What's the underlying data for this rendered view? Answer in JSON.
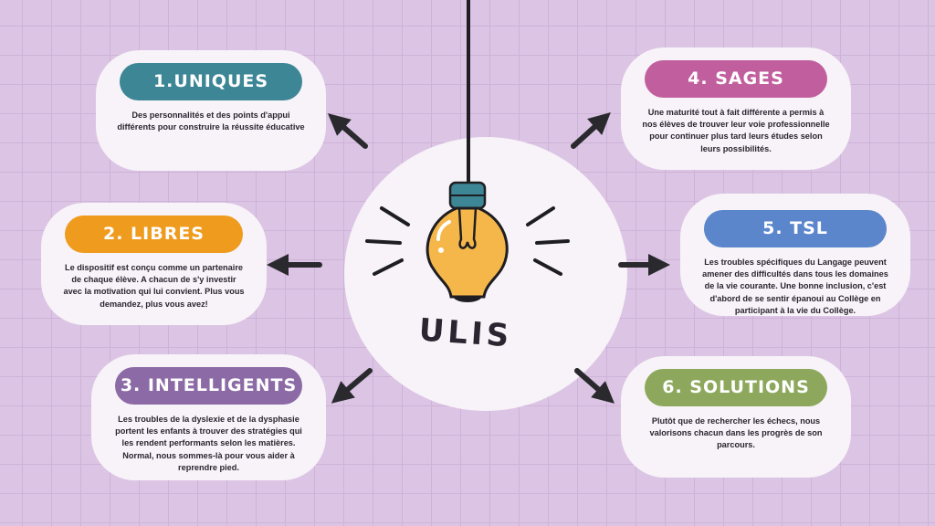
{
  "center": {
    "title": "ULIS"
  },
  "cards": [
    {
      "title": "1.UNIQUES",
      "color": "#3d8695",
      "text": "Des personnalités et des points d'appui différents pour construire la réussite éducative"
    },
    {
      "title": "2. LIBRES",
      "color": "#ef9b1e",
      "text": "Le dispositif est conçu comme un partenaire de chaque élève. A chacun de s'y investir avec la motivation qui lui convient. Plus vous demandez, plus vous avez!"
    },
    {
      "title": "3. INTELLIGENTS",
      "color": "#8c6aa6",
      "text": "Les troubles de la dyslexie et de la dysphasie portent les enfants à trouver des stratégies qui les rendent performants selon les matières. Normal, nous sommes-là pour vous aider à reprendre pied."
    },
    {
      "title": "4. SAGES",
      "color": "#c15f9e",
      "text": "Une maturité tout à fait différente a permis à nos élèves de trouver leur voie professionnelle pour continuer plus tard leurs études selon leurs possibilités."
    },
    {
      "title": "5. TSL",
      "color": "#5b86cc",
      "text": "Les troubles spécifiques du Langage peuvent amener des difficultés dans tous les domaines de la vie courante. Une bonne inclusion, c'est d'abord de se sentir épanoui au Collège en participant à la vie du Collège."
    },
    {
      "title": "6. SOLUTIONS",
      "color": "#8da85c",
      "text": "Plutôt que de rechercher les échecs, nous valorisons chacun dans les progrès de son parcours."
    }
  ]
}
